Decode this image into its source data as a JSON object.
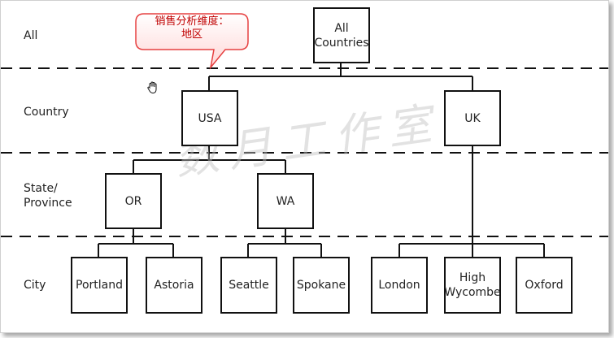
{
  "levels": {
    "all": "All",
    "country": "Country",
    "state_province": "State/\nProvince",
    "city": "City"
  },
  "nodes": {
    "all_countries": "All\nCountries",
    "usa": "USA",
    "uk": "UK",
    "or": "OR",
    "wa": "WA",
    "portland": "Portland",
    "astoria": "Astoria",
    "seattle": "Seattle",
    "spokane": "Spokane",
    "london": "London",
    "high_wycombe": "High\nWycombe",
    "oxford": "Oxford"
  },
  "callout": {
    "text": "销售分析维度：\n地区",
    "border_color": "#e64040",
    "text_color": "#c00000"
  },
  "watermark": {
    "text": "数月工作室"
  },
  "icons": {
    "cursor": "hand-grab-icon"
  }
}
